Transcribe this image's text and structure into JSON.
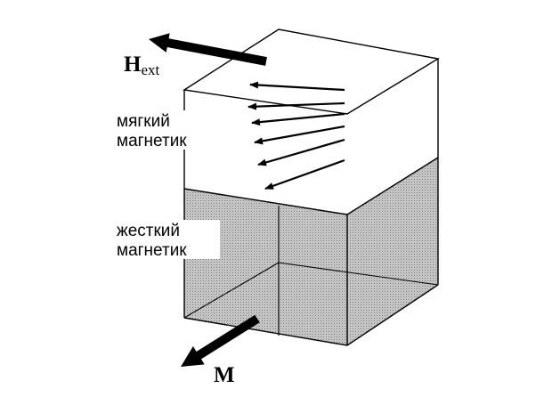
{
  "labels": {
    "h_ext_main": "H",
    "h_ext_sub": "ext",
    "m": "M",
    "soft_line1": "мягкий",
    "soft_line2": "магнетик",
    "hard_line1": "жесткий",
    "hard_line2": "магнетик"
  },
  "colors": {
    "lines": "#000000",
    "hard_magnet_shading": "#b9b9b9",
    "soft_magnet_fill": "#ffffff",
    "background": "#ffffff"
  }
}
